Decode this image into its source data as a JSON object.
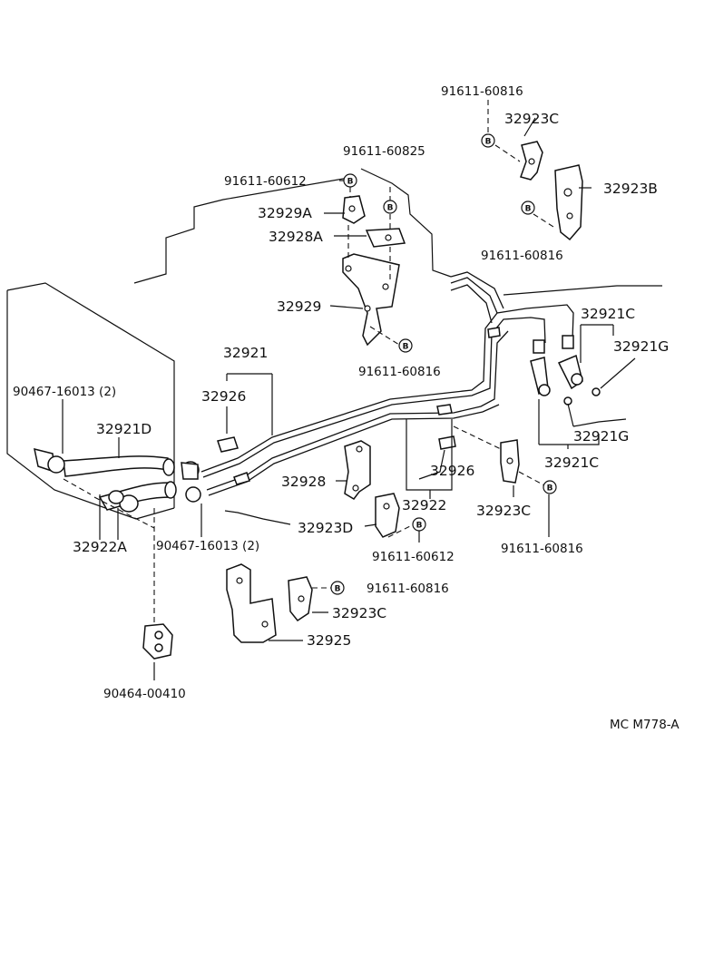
{
  "labels": {
    "p91611_60816_top": "91611-60816",
    "p32923C_top": "32923C",
    "p91611_60825": "91611-60825",
    "p91611_60612_top": "91611-60612",
    "p32923B": "32923B",
    "p32929A": "32929A",
    "p32928A": "32928A",
    "p91611_60816_r1": "91611-60816",
    "p32929": "32929",
    "p32921C_top": "32921C",
    "p32921G_top": "32921G",
    "p91611_60816_mid": "91611-60816",
    "p32921": "32921",
    "p90467_16013_left": "90467-16013 (2)",
    "p32926_left": "32926",
    "p32921D": "32921D",
    "p32921G_mid": "32921G",
    "p32921C_mid": "32921C",
    "p32928": "32928",
    "p32926_mid": "32926",
    "p32922": "32922",
    "p32923C_mid": "32923C",
    "p32923D": "32923D",
    "p32922A": "32922A",
    "p90467_16013_bottom": "90467-16013 (2)",
    "p91611_60612_bottom": "91611-60612",
    "p91611_60816_br": "91611-60816",
    "p91611_60816_low": "91611-60816",
    "p32923C_low": "32923C",
    "p32925": "32925",
    "p90464_00410": "90464-00410",
    "ref_code": "MC M778-A",
    "bolt_letter": "B"
  }
}
